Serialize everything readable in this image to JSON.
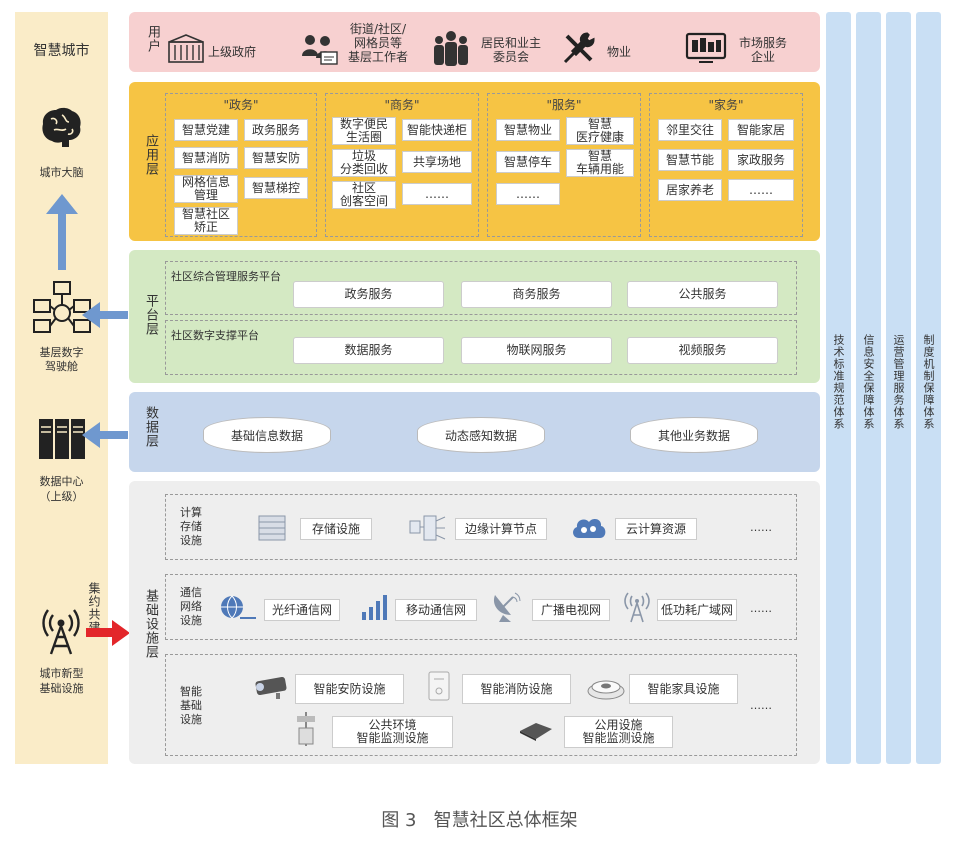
{
  "left_panel": {
    "title": "智慧城市",
    "brain_label": "城市大脑",
    "cockpit_label": "基层数字\n驾驶舱",
    "datacenter_label": "数据中心\n（上级）",
    "infra_label": "城市新型\n基础设施",
    "build_label": "集约共建"
  },
  "user_layer": {
    "label": "用户",
    "items": [
      {
        "label": "上级政府",
        "icon": "government-building-icon"
      },
      {
        "label": "街道/社区/\n网格员等\n基层工作者",
        "icon": "worker-icon"
      },
      {
        "label": "居民和业主\n委员会",
        "icon": "residents-icon"
      },
      {
        "label": "物业",
        "icon": "tools-icon"
      },
      {
        "label": "市场服务\n企业",
        "icon": "enterprise-icon"
      }
    ]
  },
  "app_layer": {
    "label": "应用层",
    "groups": [
      {
        "title": "\"政务\"",
        "items": [
          "智慧党建",
          "政务服务",
          "智慧消防",
          "智慧安防",
          "网格信息\n管理",
          "智慧梯控",
          "智慧社区\n矫正"
        ]
      },
      {
        "title": "\"商务\"",
        "items": [
          "数字便民\n生活圈",
          "智能快递柜",
          "垃圾\n分类回收",
          "共享场地",
          "社区\n创客空间",
          "……"
        ]
      },
      {
        "title": "\"服务\"",
        "items": [
          "智慧物业",
          "智慧\n医疗健康",
          "智慧停车",
          "智慧\n车辆用能",
          "……"
        ]
      },
      {
        "title": "\"家务\"",
        "items": [
          "邻里交往",
          "智能家居",
          "智慧节能",
          "家政服务",
          "居家养老",
          "……"
        ]
      }
    ]
  },
  "platform_layer": {
    "label": "平台层",
    "rows": [
      {
        "title": "社区综合管理服务平台",
        "items": [
          "政务服务",
          "商务服务",
          "公共服务"
        ]
      },
      {
        "title": "社区数字支撑平台",
        "items": [
          "数据服务",
          "物联网服务",
          "视频服务"
        ]
      }
    ]
  },
  "data_layer": {
    "label": "数据层",
    "items": [
      "基础信息数据",
      "动态感知数据",
      "其他业务数据"
    ]
  },
  "infra_layer": {
    "label": "基础设施层",
    "rows": [
      {
        "title": "计算\n存储\n设施",
        "items": [
          {
            "label": "存储设施",
            "icon": "server-icon"
          },
          {
            "label": "边缘计算节点",
            "icon": "edge-node-icon"
          },
          {
            "label": "云计算资源",
            "icon": "cloud-icon"
          }
        ],
        "more": "……"
      },
      {
        "title": "通信\n网络\n设施",
        "items": [
          {
            "label": "光纤通信网",
            "icon": "globe-icon"
          },
          {
            "label": "移动通信网",
            "icon": "signal-bars-icon"
          },
          {
            "label": "广播电视网",
            "icon": "satellite-dish-icon"
          },
          {
            "label": "低功耗广域网",
            "icon": "antenna-icon"
          }
        ],
        "more": "……"
      },
      {
        "title": "智能\n基础\n设施",
        "items": [
          {
            "label": "智能安防设施",
            "icon": "camera-icon"
          },
          {
            "label": "智能消防设施",
            "icon": "smoke-detector-icon"
          },
          {
            "label": "智能家具设施",
            "icon": "robot-vacuum-icon"
          },
          {
            "label": "公共环境\n智能监测设施",
            "icon": "monitor-station-icon"
          },
          {
            "label": "公用设施\n智能监测设施",
            "icon": "meter-device-icon"
          }
        ],
        "more": "……"
      }
    ]
  },
  "systems": [
    "技术标准规范体系",
    "信息安全保障体系",
    "运营管理服务体系",
    "制度机制保障体系"
  ],
  "caption": "图 3   智慧社区总体框架",
  "colors": {
    "left_panel": "#faecc8",
    "user_layer": "#f7d0d0",
    "app_layer": "#f6c444",
    "platform_layer": "#d4e9c3",
    "data_layer": "#c6d6ec",
    "infra_layer": "#eeeeee",
    "systems": "#c9dff4",
    "arrow_blue": "#6f98cf",
    "arrow_red": "#e3262a"
  }
}
